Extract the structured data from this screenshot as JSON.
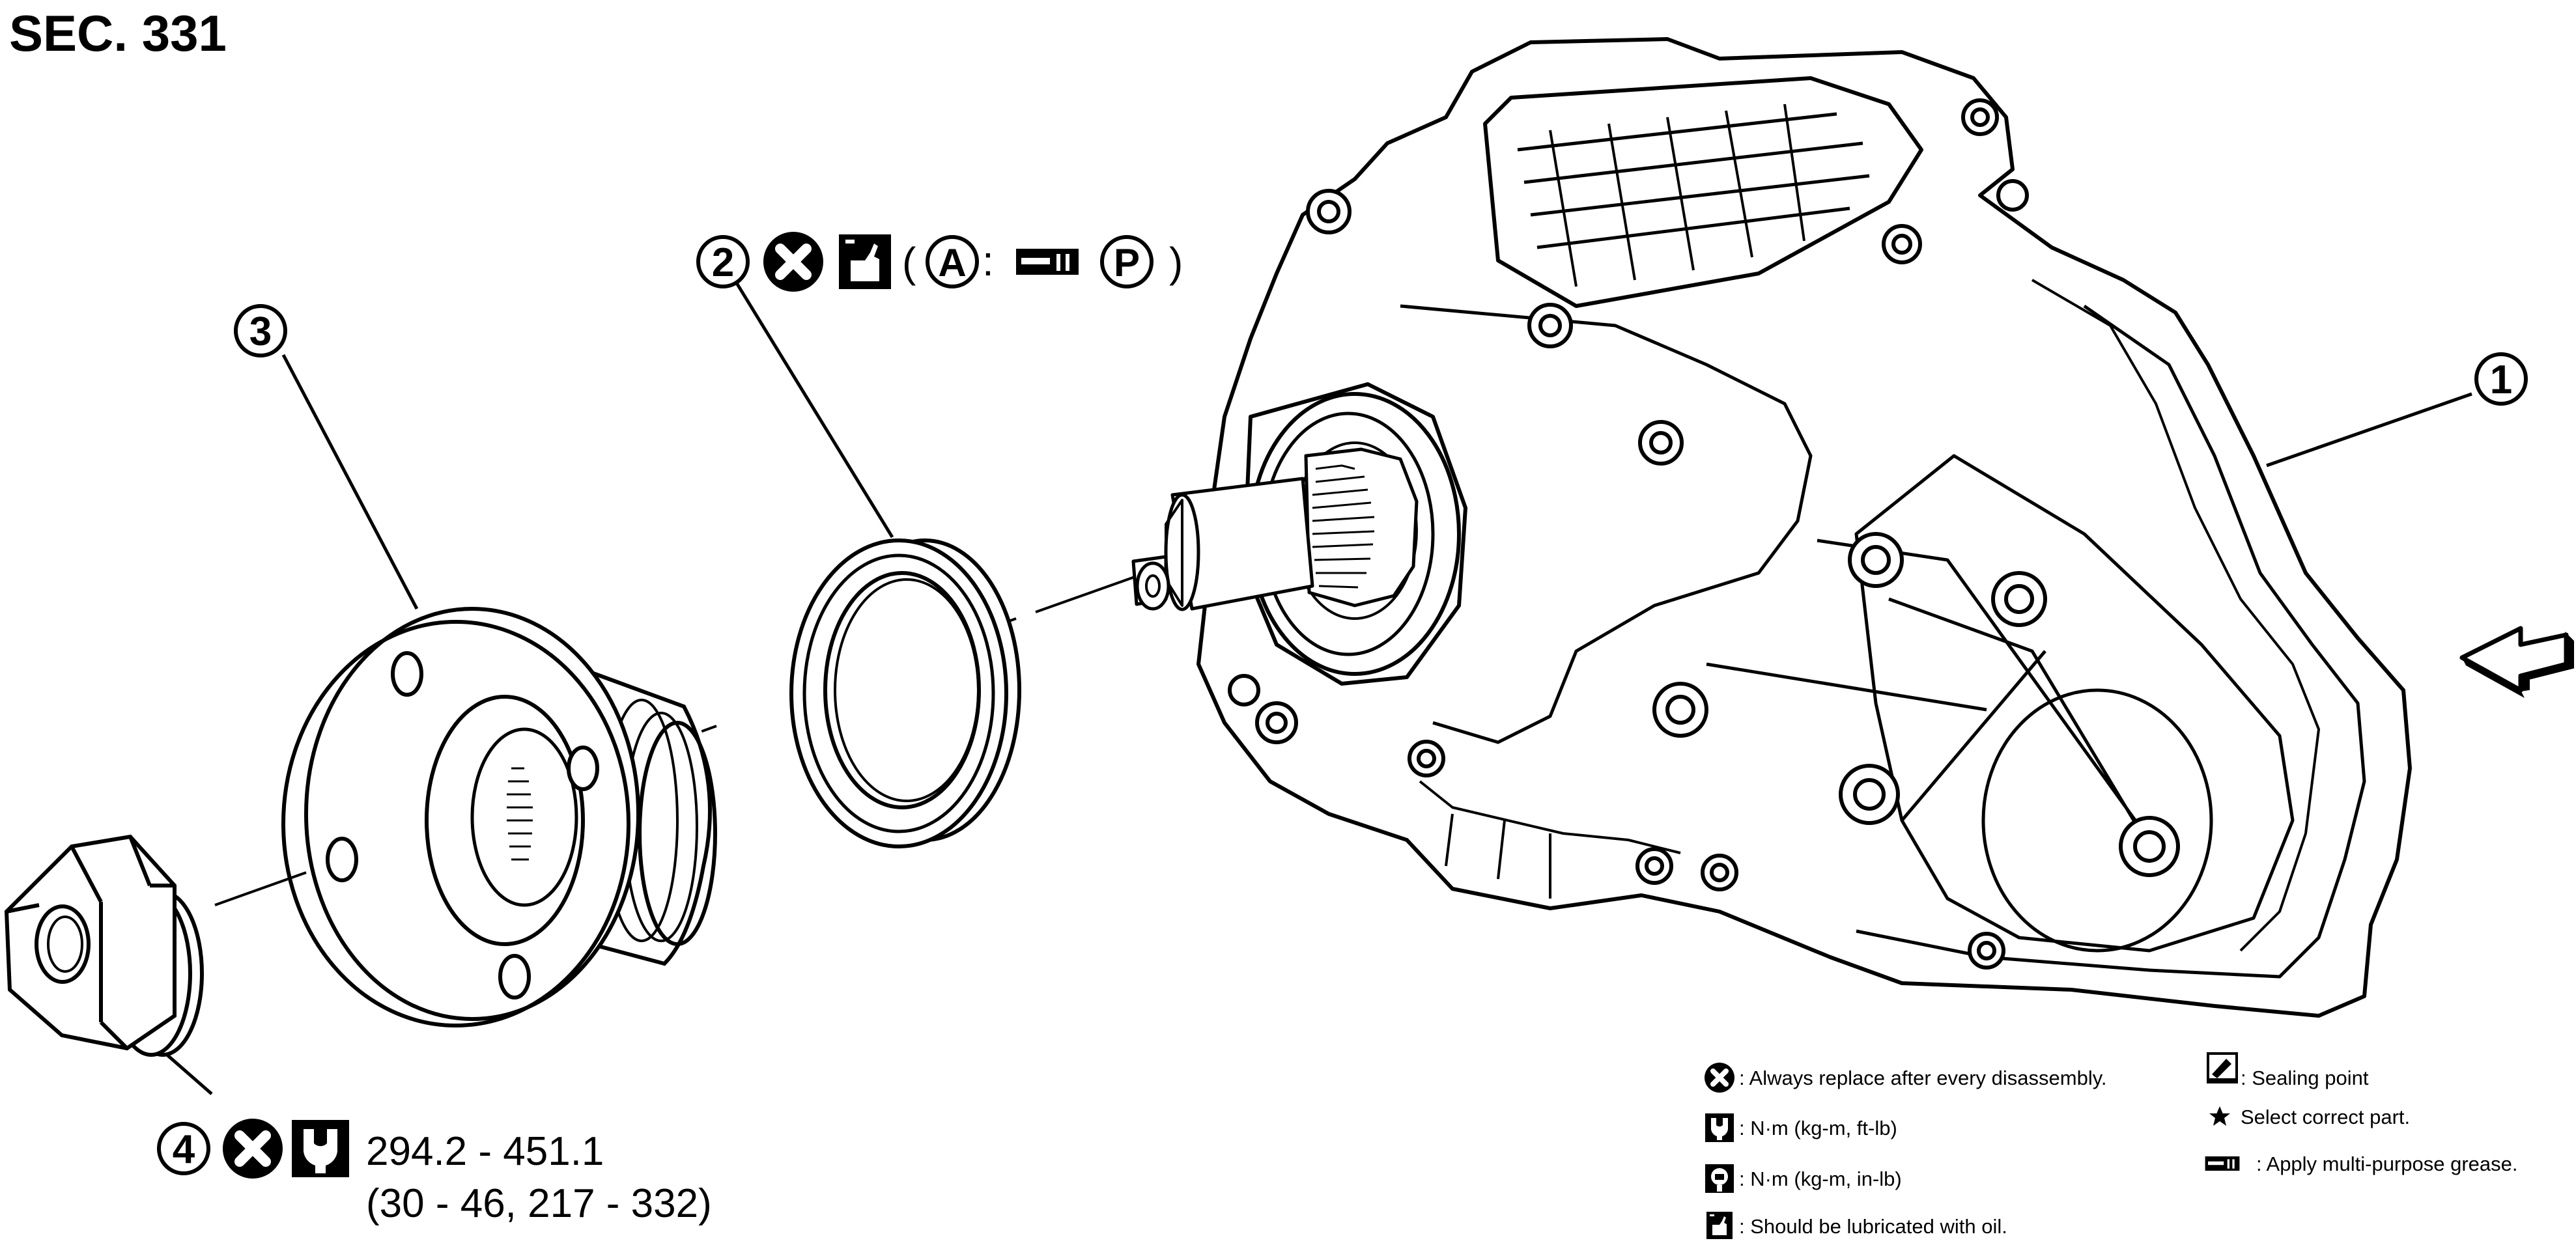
{
  "section_title": "SEC. 331",
  "callouts": [
    {
      "id": "1",
      "label": "1"
    },
    {
      "id": "2",
      "label": "2"
    },
    {
      "id": "3",
      "label": "3"
    },
    {
      "id": "4",
      "label": "4"
    }
  ],
  "seal_note": {
    "open_paren": "(",
    "a_label": "A",
    "colon": ":",
    "p_label": "P",
    "close_paren": ")"
  },
  "nut_torque": {
    "nm": "294.2 - 451.1",
    "alt": "(30 - 46, 217 - 332)"
  },
  "legend": {
    "replace": ": Always replace after every disassembly.",
    "torque_nm_ftlb": ": N·m (kg-m, ft-lb)",
    "torque_nm_inlb": ": N·m (kg-m, in-lb)",
    "lubricate": ": Should be lubricated with oil.",
    "sealing": ": Sealing point",
    "select": "Select correct part.",
    "grease": ": Apply multi-purpose grease."
  },
  "icons": [
    "always-replace-icon",
    "oil-can-icon",
    "torque-wrench-icon",
    "grease-icon",
    "sealing-point-icon",
    "star-icon",
    "front-arrow-icon"
  ]
}
